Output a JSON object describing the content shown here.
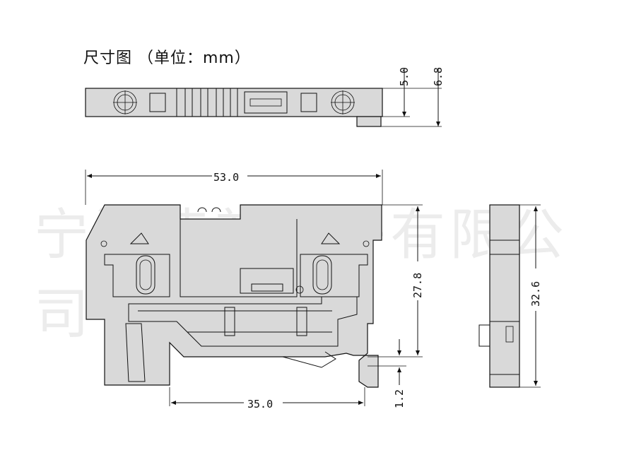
{
  "title": "尺寸图 （单位：mm）",
  "watermark": "宁波速普电子有限公司",
  "dimensions": {
    "width_total": "53.0",
    "width_rail": "35.0",
    "height_main": "27.8",
    "height_side": "32.6",
    "top_view_h1": "5.0",
    "top_view_h2": "6.8",
    "offset": "1.2"
  }
}
